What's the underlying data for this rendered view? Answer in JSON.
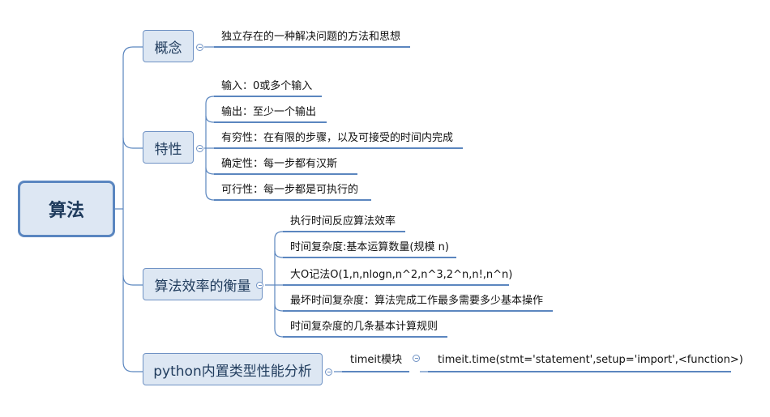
{
  "root": {
    "label": "算法"
  },
  "branches": [
    {
      "label": "概念",
      "items": [
        "独立存在的一种解决问题的方法和思想"
      ]
    },
    {
      "label": "特性",
      "items": [
        "输入：0或多个输入",
        "输出：至少一个输出",
        "有穷性：在有限的步骤，以及可接受的时间内完成",
        "确定性：每一步都有汉斯",
        "可行性：每一步都是可执行的"
      ]
    },
    {
      "label": "算法效率的衡量",
      "items": [
        "执行时间反应算法效率",
        "时间复杂度:基本运算数量(规模 n)",
        "大O记法O(1,n,nlogn,n^2,n^3,2^n,n!,n^n)",
        "最坏时间复杂度：算法完成工作最多需要多少基本操作",
        "时间复杂度的几条基本计算规则"
      ]
    },
    {
      "label": "python内置类型性能分析",
      "items": [
        "timeit模块"
      ],
      "sub_items": [
        "timeit.time(stmt='statement',setup='import',<function>)"
      ]
    }
  ],
  "colors": {
    "line": "#5b86bf",
    "node_fill": "#dde7f3",
    "node_border": "#6f92c4",
    "root_border": "#5a86c0"
  }
}
